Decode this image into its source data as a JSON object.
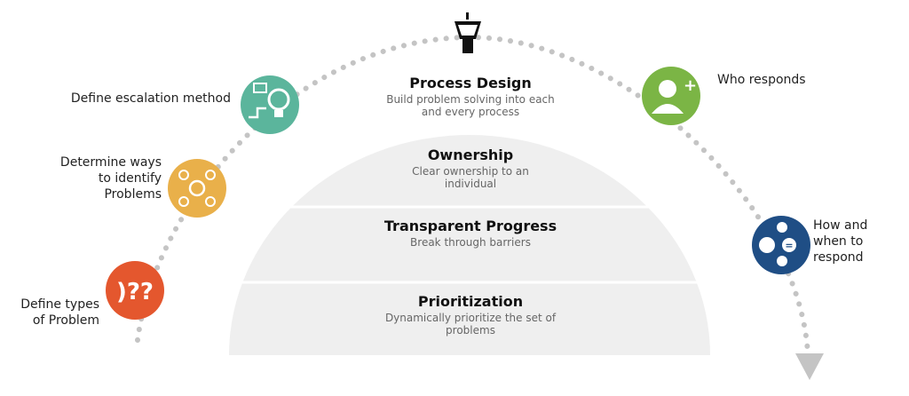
{
  "colors": {
    "dome": "#efefef",
    "dots": "#c4c4c4",
    "red": "#e4572e",
    "orange": "#e9b04a",
    "teal": "#5bb59c",
    "green": "#7bb545",
    "blue": "#1f4e85"
  },
  "steps": [
    {
      "label_lines": [
        "Define types",
        "of Problem"
      ],
      "icon": "question-head-icon"
    },
    {
      "label_lines": [
        "Determine ways",
        "to identify",
        "Problems"
      ],
      "icon": "lightbulb-network-icon"
    },
    {
      "label_lines": [
        "Define escalation method"
      ],
      "icon": "escalation-lightbulb-icon"
    },
    {
      "label_lines": [
        "Who responds"
      ],
      "icon": "add-person-icon"
    },
    {
      "label_lines": [
        "How and",
        "when to",
        "respond"
      ],
      "icon": "person-question-icon"
    }
  ],
  "layers": [
    {
      "title": "Process Design",
      "desc_lines": [
        "Build problem solving into each",
        "and every process"
      ]
    },
    {
      "title": "Ownership",
      "desc_lines": [
        "Clear ownership to an",
        "individual"
      ]
    },
    {
      "title": "Transparent Progress",
      "desc_lines": [
        "Break through barriers"
      ]
    },
    {
      "title": "Prioritization",
      "desc_lines": [
        "Dynamically prioritize the set of",
        "problems"
      ]
    }
  ]
}
